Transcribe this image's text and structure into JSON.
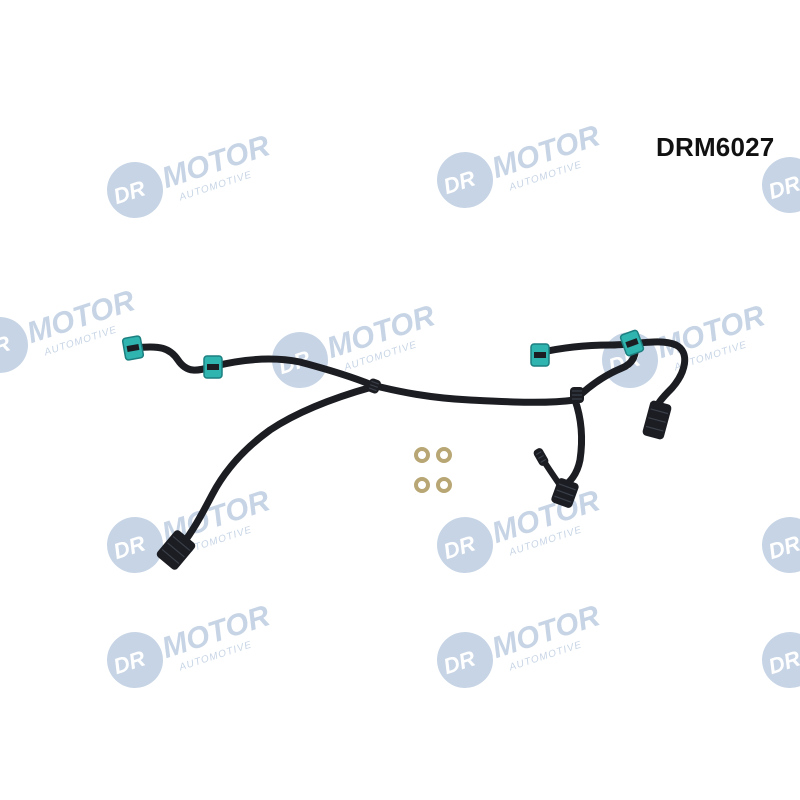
{
  "product": {
    "part_number": "DRM6027"
  },
  "watermark": {
    "brand": "DR.MOTOR",
    "tagline": "AUTOMOTIVE",
    "color": "#5f86b6",
    "opacity": 0.35
  },
  "colors": {
    "hose": "#1b1d22",
    "hose_highlight": "#3a3f49",
    "clip": "#2fb4b0",
    "clip_dark": "#1d7f80",
    "washer": "#b8a774",
    "background": "#ffffff"
  }
}
